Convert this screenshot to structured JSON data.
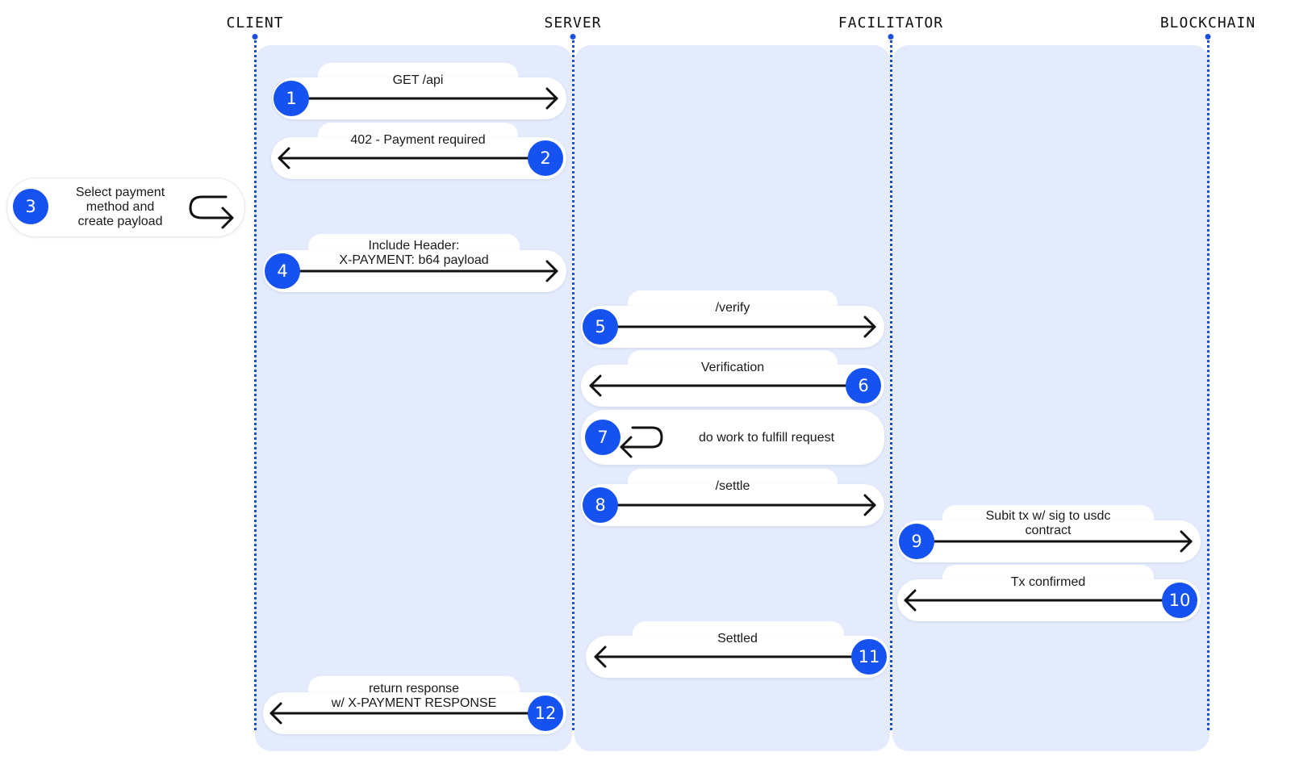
{
  "actors": {
    "client": "CLIENT",
    "server": "SERVER",
    "facilitator": "FACILITATOR",
    "blockchain": "BLOCKCHAIN"
  },
  "steps": [
    {
      "number": "1",
      "label": "GET /api",
      "from": "client",
      "to": "server"
    },
    {
      "number": "2",
      "label": "402 - Payment required",
      "from": "server",
      "to": "client"
    },
    {
      "number": "3",
      "label_lines": [
        "Select payment",
        "method and",
        "create payload"
      ],
      "type": "self",
      "actor": "client"
    },
    {
      "number": "4",
      "label_lines": [
        "Include Header:",
        "X-PAYMENT: b64 payload"
      ],
      "from": "client",
      "to": "server"
    },
    {
      "number": "5",
      "label": "/verify",
      "from": "server",
      "to": "facilitator"
    },
    {
      "number": "6",
      "label": "Verification",
      "from": "facilitator",
      "to": "server"
    },
    {
      "number": "7",
      "label": "do work to fulfill request",
      "type": "self",
      "actor": "server"
    },
    {
      "number": "8",
      "label": "/settle",
      "from": "server",
      "to": "facilitator"
    },
    {
      "number": "9",
      "label_lines": [
        "Subit tx w/ sig to usdc",
        "contract"
      ],
      "from": "facilitator",
      "to": "blockchain"
    },
    {
      "number": "10",
      "label": "Tx confirmed",
      "from": "blockchain",
      "to": "facilitator"
    },
    {
      "number": "11",
      "label": "Settled",
      "from": "facilitator",
      "to": "server"
    },
    {
      "number": "12",
      "label_lines": [
        "return response",
        "w/ X-PAYMENT RESPONSE"
      ],
      "from": "server",
      "to": "client"
    }
  ],
  "colors": {
    "step_badge": "#1652f0",
    "lifeline": "#1a4fe0",
    "lane_background": "#e3ebfc",
    "arrow": "#111111"
  }
}
